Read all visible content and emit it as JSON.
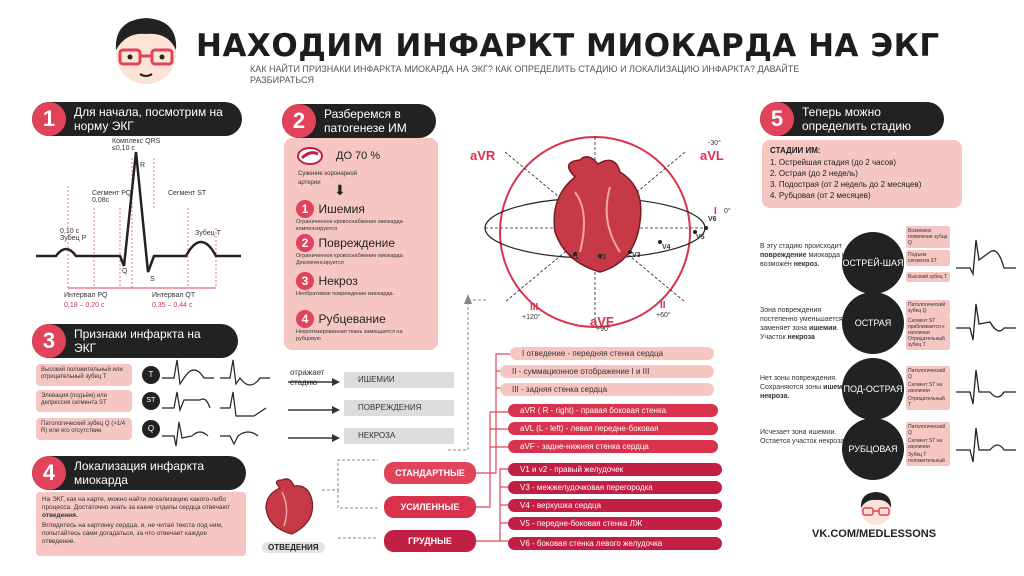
{
  "header": {
    "title": "НАХОДИМ ИНФАРКТ МИОКАРДА НА ЭКГ",
    "subtitle": "КАК НАЙТИ ПРИЗНАКИ ИНФАРКТА МИОКАРДА НА ЭКГ? КАК ОПРЕДЕЛИТЬ СТАДИЮ И ЛОКАЛИЗАЦИЮ ИНФАРКТА? ДАВАЙТЕ РАЗБИРАТЬСЯ"
  },
  "section1": {
    "num": "1",
    "title": "Для начала, посмотрим на норму ЭКГ",
    "labels": {
      "complex": "Комплекс QRS ≤0,10 с",
      "segment_pq": "Сегмент PQ 0,08с",
      "segment_st": "Сегмент ST",
      "wave_p": "0,10 с Зубец P",
      "wave_t": "Зубец T",
      "r": "R",
      "q": "Q",
      "s": "S",
      "interval_pq": "Интервал PQ",
      "interval_pq_val": "0,18 – 0,20 с",
      "interval_qt": "Интервал QT",
      "interval_qt_val": "0,35 – 0,44 с"
    }
  },
  "section2": {
    "num": "2",
    "title": "Разберемся в патогенезе ИМ",
    "artery_pct": "ДО 70 %",
    "artery_note": "Сужение коронарной артерии",
    "steps": [
      {
        "num": "1",
        "name": "Ишемия",
        "desc": "Ограниченное кровоснабжение миокарда компенсируется"
      },
      {
        "num": "2",
        "name": "Повреждение",
        "desc": "Ограниченное кровоснабжение миокарда Декомпенсируется"
      },
      {
        "num": "3",
        "name": "Некроз",
        "desc": "Необратимое повреждение миокарда."
      },
      {
        "num": "4",
        "name": "Рубцевание",
        "desc": "Некротизированная ткань замещается на рубцовую"
      }
    ]
  },
  "heart": {
    "avr": "aVR",
    "avl": "aVL",
    "avl_deg": "-30°",
    "avf": "aVF",
    "avf_deg": "+90°",
    "i": "I",
    "i_deg": "0°",
    "ii": "II",
    "ii_deg": "+60°",
    "iii": "III",
    "iii_deg": "+120°",
    "v_leads": [
      "V1",
      "V2",
      "V3",
      "V4",
      "V5",
      "V6"
    ]
  },
  "section3": {
    "num": "3",
    "title": "Признаки инфаркта на ЭКГ",
    "signs": [
      "Высокий положительный или отрицательный зубец T",
      "Элевация (подъём) или депрессия сегмента ST",
      "Патологический зубец Q (>1/4 R) или его отсутствие"
    ],
    "markers": [
      "T",
      "ST",
      "Q"
    ],
    "reflects": "отражает стадию",
    "phases": [
      "ИШЕМИИ",
      "ПОВРЕЖДЕНИЯ",
      "НЕКРОЗА"
    ]
  },
  "section4": {
    "num": "4",
    "title": "Локализация инфаркта миокарда",
    "desc1": "На ЭКГ, как на карте, можно найти локализацию какого-либо процесса. Достаточно знать за какие отделы сердца отвечают",
    "desc1_bold": "отведения.",
    "desc2": "Вглядитесь на картинку сердца, и, не читая текста под ним, попытайтесь сами догадаться, за что отвечает каждое отведение.",
    "leads_label": "ОТВЕДЕНИЯ",
    "categories": [
      "СТАНДАРТНЫЕ",
      "УСИЛЕННЫЕ",
      "ГРУДНЫЕ"
    ],
    "standard": [
      "I отведение - передняя стенка сердца",
      "II - суммационное отображение I и III",
      "III - задняя стенка сердца"
    ],
    "augmented": [
      "aVR ( R - right) - правая боковая стенка",
      "aVL (L - left) - левая передне-боковая",
      "aVF - задне-нижняя стенка сердца"
    ],
    "chest": [
      "V1 и v2 - правый желудочек",
      "V3 - межжелудочковая перегородка",
      "V4 - верхушка сердца",
      "V5 - передне-боковая стенка ЛЖ",
      "V6 - боковая стенка левого желудочка"
    ]
  },
  "section5": {
    "num": "5",
    "title": "Теперь можно определить стадию",
    "stages_title": "СТАДИИ ИМ:",
    "stages": [
      "1. Острейшая стадия (до 2 часов)",
      "2. Острая (до 2 недель)",
      "3. Подострая (от 2 недель до 2 месяцев)",
      "4. Рубцовая (от 2 месяцев)"
    ],
    "rows": [
      {
        "name": "ОСТРЕЙ-ШАЯ",
        "text_pre": "В эту стадию происходит ",
        "text_bold": "повреждение",
        "text_mid": " миокарда и возможен ",
        "text_bold2": "некроз.",
        "notes": [
          "Возможно появление зубца Q",
          "Подъем сегмента ST",
          "Высокий зубец T"
        ]
      },
      {
        "name": "ОСТРАЯ",
        "text_pre": "Зона повреждения постепенно уменьшается. Ее заменяет зона ",
        "text_bold": "ишемии",
        "text_mid": ". Участок ",
        "text_bold2": "некроза",
        "notes": [
          "Патологический зубец Q",
          "Сегмент ST приближается к изолинии",
          "Отрицательный зубец T"
        ]
      },
      {
        "name": "ПОД-ОСТРАЯ",
        "text_pre": "Нет зоны повреждения. Сохраняются зоны ",
        "text_bold": "ишемии",
        "text_mid": " и ",
        "text_bold2": "некроза.",
        "notes": [
          "Патологический Q",
          "Сегмент ST на изолинии",
          "Отрицательный T"
        ]
      },
      {
        "name": "РУБЦОВАЯ",
        "text_pre": "Исчезает зона ишемии. Остается участок некроза.",
        "text_bold": "",
        "text_mid": "",
        "text_bold2": "",
        "notes": [
          "Патологический Q",
          "Сегмент ST на изолинии",
          "Зубец T положительный"
        ]
      }
    ]
  },
  "footer": {
    "link": "VK.COM/MEDLESSONS"
  },
  "colors": {
    "accent": "#e1435a",
    "dark": "#222222",
    "pink": "#f6c7c2",
    "red": "#d9324c",
    "darkred": "#c21f44"
  }
}
